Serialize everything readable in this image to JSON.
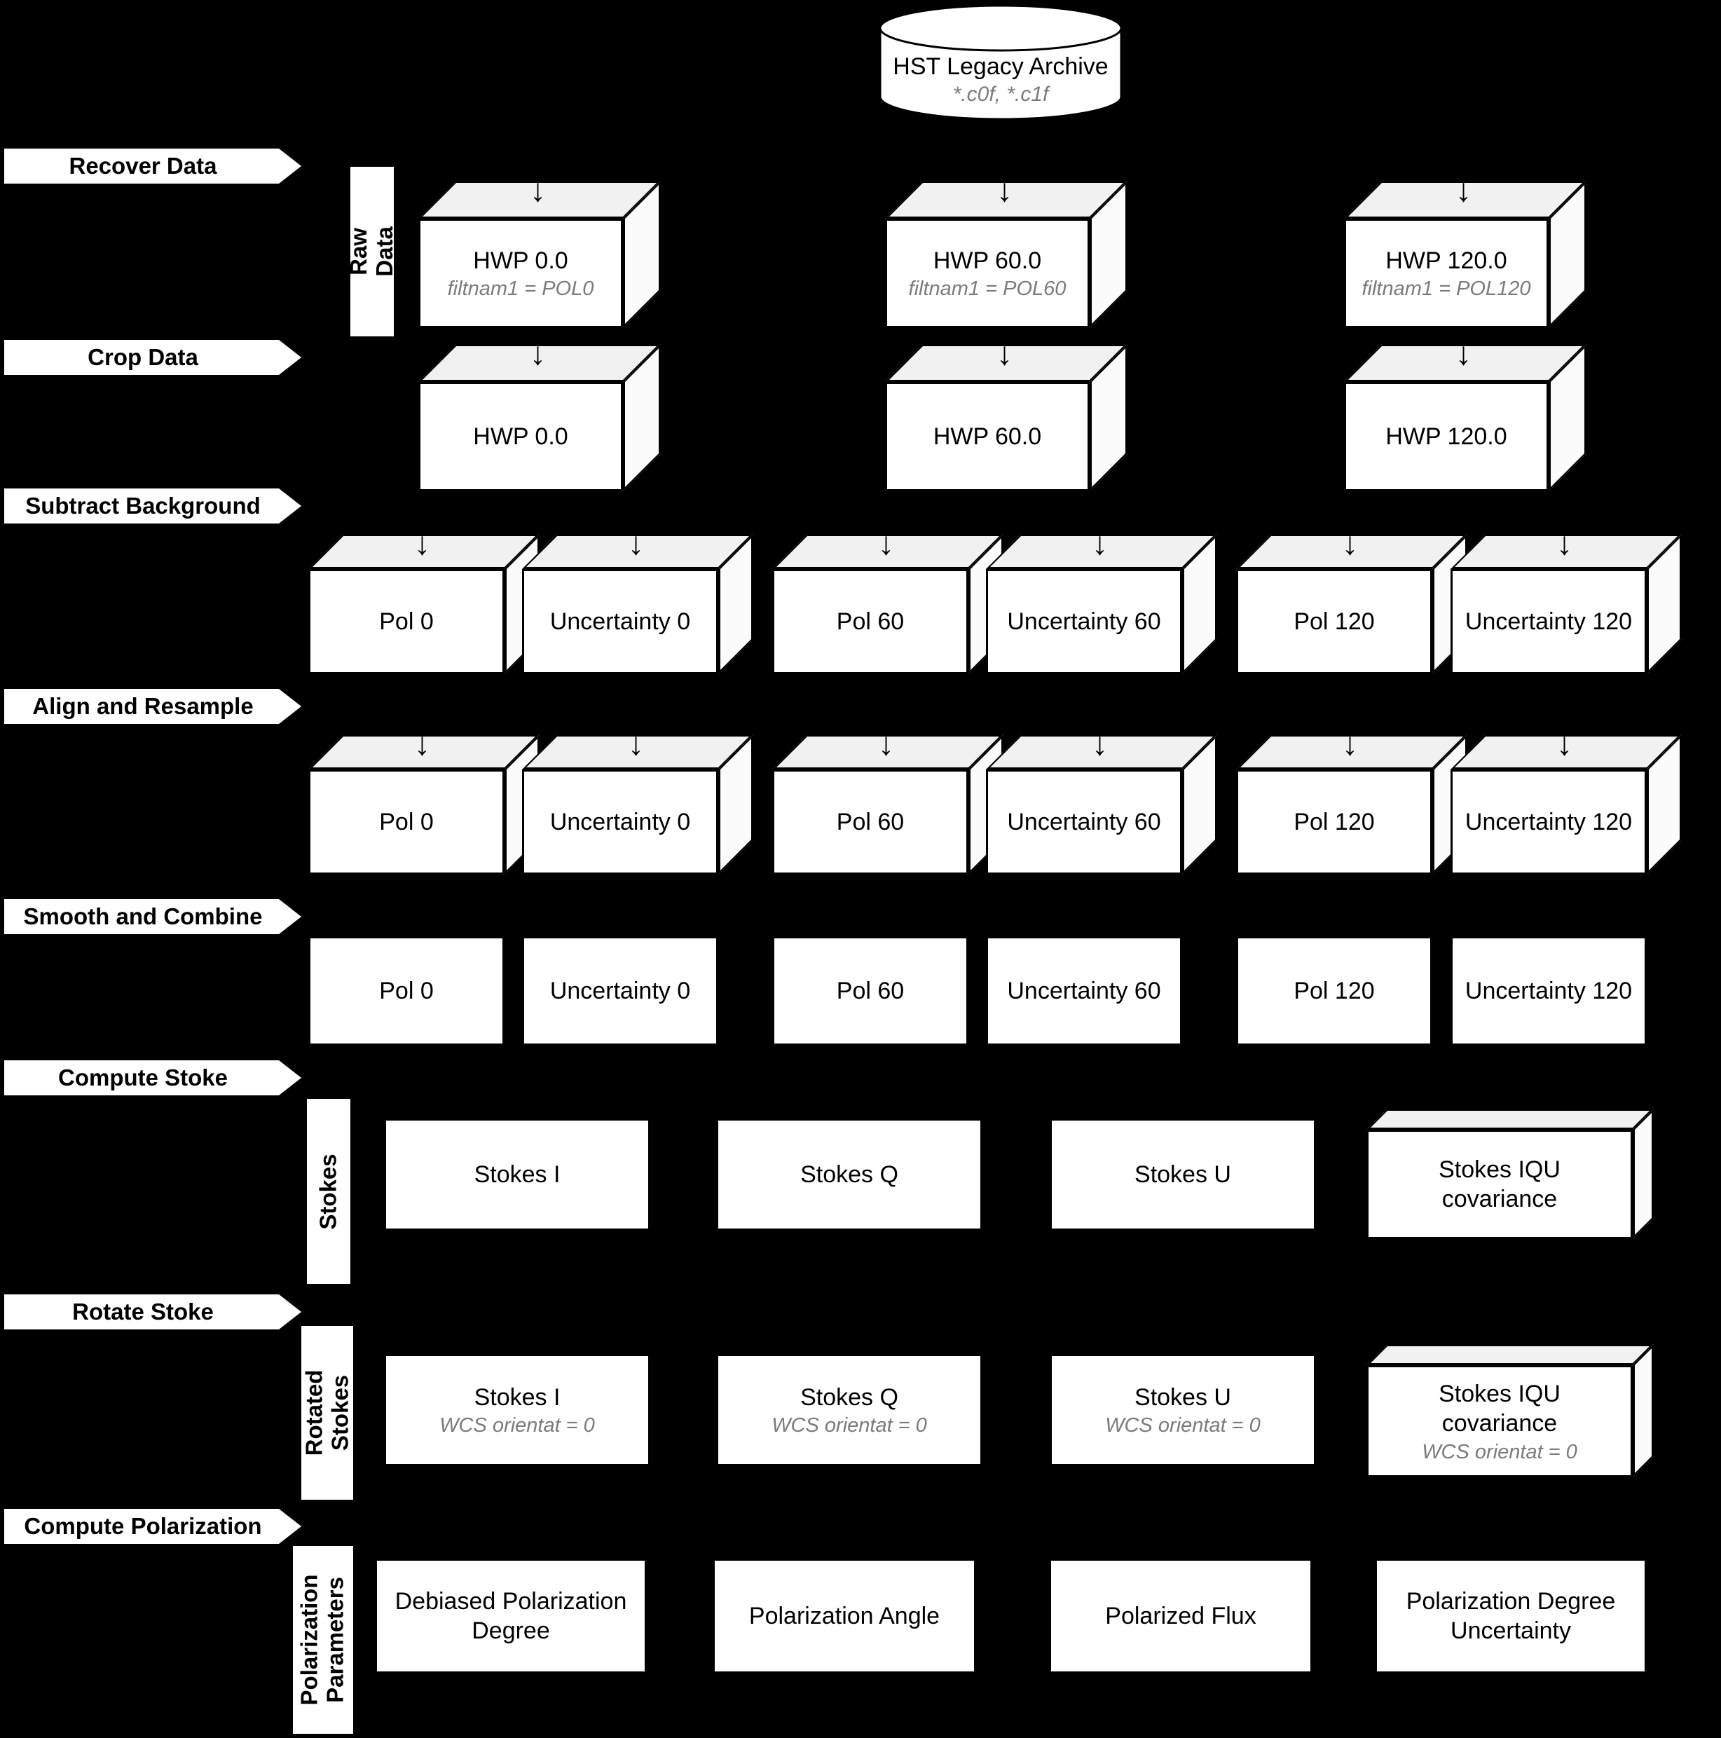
{
  "archive": {
    "title": "HST Legacy Archive",
    "subtitle": "*.c0f, *.c1f"
  },
  "stages": [
    {
      "label": "Recover Data"
    },
    {
      "label": "Crop Data"
    },
    {
      "label": "Subtract Background"
    },
    {
      "label": "Align and Resample"
    },
    {
      "label": "Smooth and Combine"
    },
    {
      "label": "Compute Stoke"
    },
    {
      "label": "Rotate Stoke"
    },
    {
      "label": "Compute Polarization"
    }
  ],
  "groups": {
    "raw_data": "Raw Data",
    "stokes": "Stokes",
    "rotated_stokes": "Rotated Stokes",
    "polarization_parameters": "Polarization Parameters"
  },
  "boxes": {
    "raw": [
      {
        "title": "HWP 0.0",
        "subtitle": "filtnam1 = POL0"
      },
      {
        "title": "HWP 60.0",
        "subtitle": "filtnam1 = POL60"
      },
      {
        "title": "HWP 120.0",
        "subtitle": "filtnam1 = POL120"
      }
    ],
    "crop": [
      {
        "title": "HWP 0.0"
      },
      {
        "title": "HWP 60.0"
      },
      {
        "title": "HWP 120.0"
      }
    ],
    "pol_uncertainty": [
      "Pol 0",
      "Uncertainty 0",
      "Pol 60",
      "Uncertainty 60",
      "Pol 120",
      "Uncertainty 120"
    ],
    "stokes": [
      "Stokes I",
      "Stokes Q",
      "Stokes U"
    ],
    "stokes_covariance": {
      "title": "Stokes IQU covariance"
    },
    "rotated": [
      {
        "title": "Stokes I",
        "subtitle": "WCS orientat = 0"
      },
      {
        "title": "Stokes Q",
        "subtitle": "WCS orientat = 0"
      },
      {
        "title": "Stokes U",
        "subtitle": "WCS orientat = 0"
      }
    ],
    "rotated_covariance": {
      "title": "Stokes IQU covariance",
      "subtitle": "WCS orientat = 0"
    },
    "polarization": [
      "Debiased Polarization Degree",
      "Polarization Angle",
      "Polarized Flux",
      "Polarization Degree Uncertainty"
    ]
  },
  "icons": {
    "down_arrow": "↓"
  },
  "colors": {
    "bg": "#000000",
    "box_fill": "#ffffff",
    "box_top": "#f1f1f1",
    "box_side": "#fbfbfb",
    "outline": "#000000",
    "muted_text": "#7b7b7b",
    "banner_bg": "#ffffff",
    "banner_text": "#000000"
  }
}
